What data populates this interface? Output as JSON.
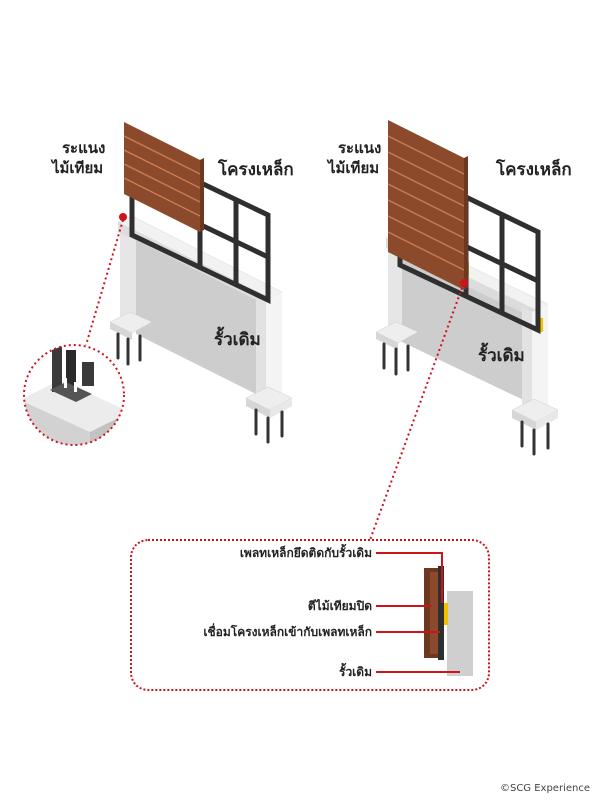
{
  "left_diagram": {
    "label_slats_line1": "ระแนง",
    "label_slats_line2": "ไม้เทียม",
    "label_frame": "โครงเหล็ก",
    "label_wall": "รั้วเดิม"
  },
  "right_diagram": {
    "label_slats_line1": "ระแนง",
    "label_slats_line2": "ไม้เทียม",
    "label_frame": "โครงเหล็ก",
    "label_wall": "รั้วเดิม"
  },
  "callout": {
    "items": [
      "เพลทเหล็กยึดติดกับรั้วเดิม",
      "ตีไม้เทียมปิด",
      "เชื่อมโครงเหล็กเข้ากับเพลทเหล็ก",
      "รั้วเดิม"
    ]
  },
  "credit": "©SCG Experience",
  "colors": {
    "wood": "#8b4a2b",
    "wood_dark": "#6e3820",
    "steel": "#2f2f2f",
    "wall_face": "#cfcfcf",
    "wall_light": "#ececec",
    "accent_red": "#d0121b",
    "plate_yellow": "#f2c200"
  }
}
